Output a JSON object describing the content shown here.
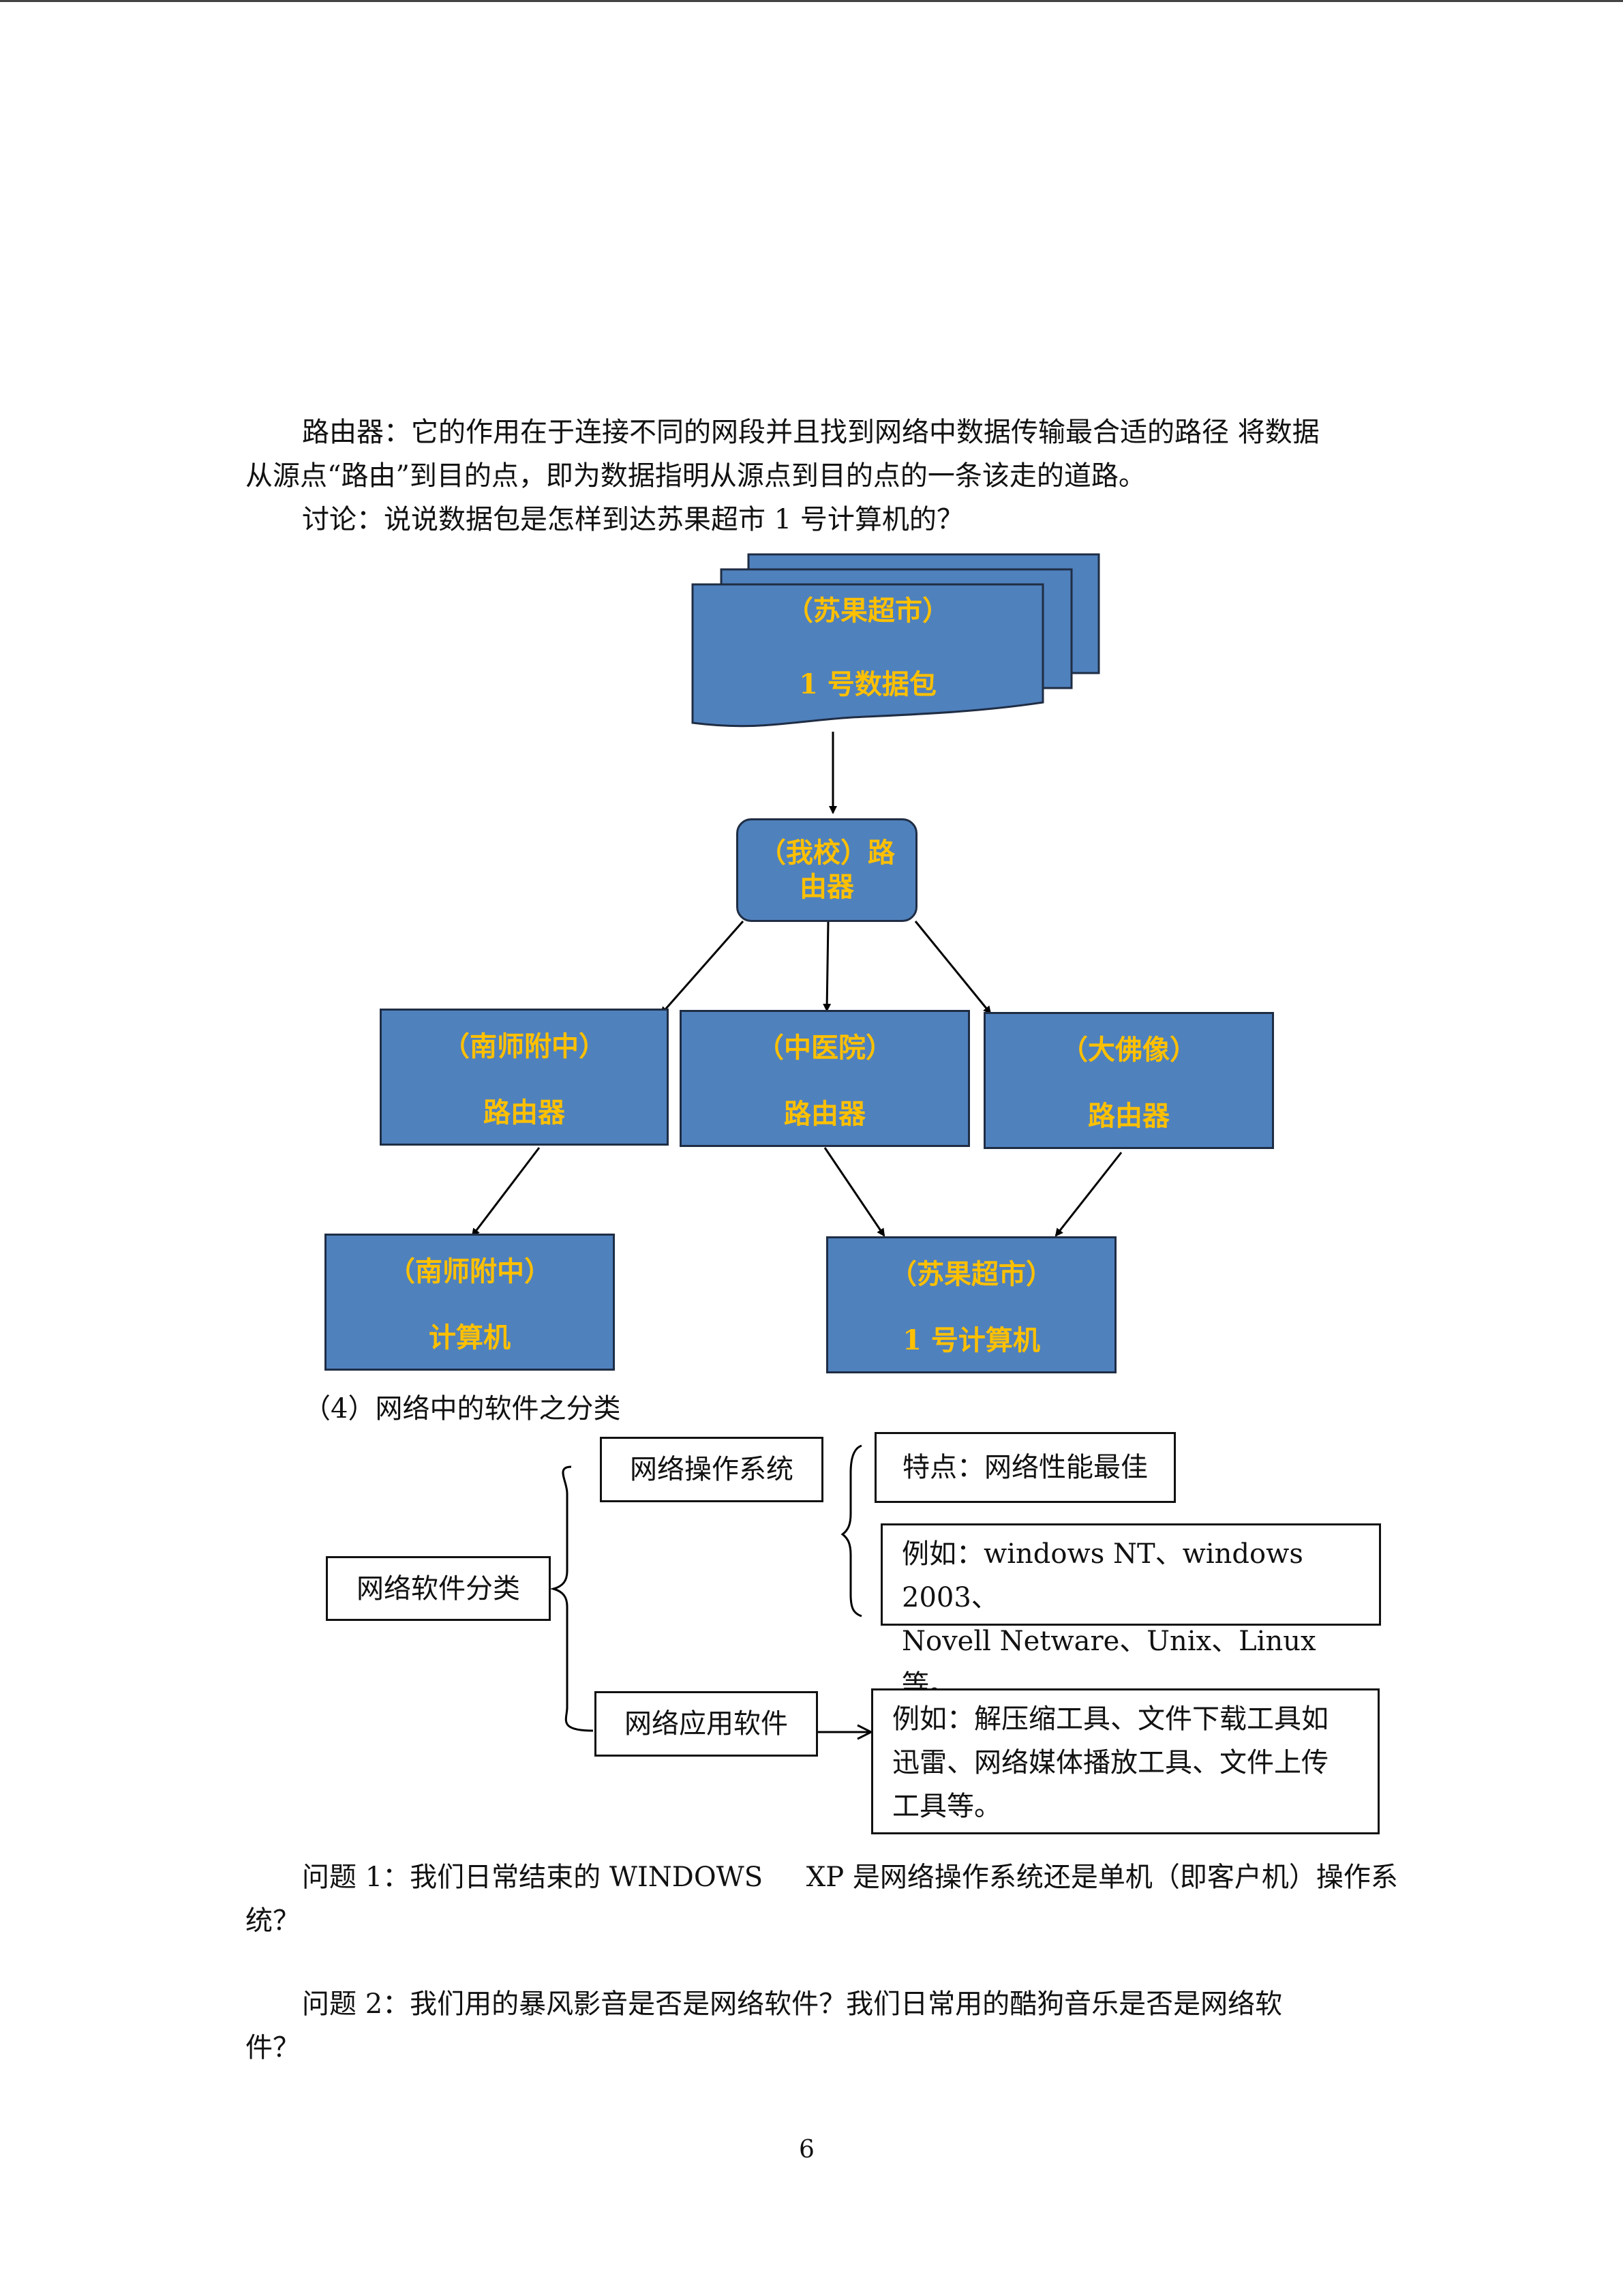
{
  "document": {
    "para1_line1": "路由器：它的作用在于连接不同的网段并且找到网络中数据传输最合适的路径 将数据",
    "para1_line2": "从源点“路由”到目的点，即为数据指明从源点到目的点的一条该走的道路。",
    "discussion": "讨论：说说数据包是怎样到达苏果超市 1 号计算机的？",
    "section_heading": "（4）网络中的软件之分类",
    "q1_line1": "问题 1：我们日常结束的 WINDOWS     XP 是网络操作系统还是单机（即客户机）操作系",
    "q1_line2": "统？",
    "q2_line1": "问题 2：我们用的暴风影音是否是网络软件？我们日常用的酷狗音乐是否是网络软",
    "q2_line2": "件？",
    "page_number": "6"
  },
  "flowchart": {
    "packet": {
      "line1": "（苏果超市）",
      "line2": "1 号数据包"
    },
    "school_router": {
      "line1": "（我校）路",
      "line2": "由器"
    },
    "router_nanshi": {
      "line1": "（南师附中）",
      "line2": "路由器"
    },
    "router_zhongyiyuan": {
      "line1": "（中医院）",
      "line2": "路由器"
    },
    "router_dafoxiang": {
      "line1": "（大佛像）",
      "line2": "路由器"
    },
    "computer_nanshi": {
      "line1": "（南师附中）",
      "line2": "计算机"
    },
    "computer_suguo": {
      "line1": "（苏果超市）",
      "line2": "1 号计算机"
    },
    "colors": {
      "fill": "#4F81BD",
      "text": "#FFC000",
      "border": "#1f2d44"
    }
  },
  "classification": {
    "root": "网络软件分类",
    "nos": "网络操作系统",
    "nos_feature": "特点：网络性能最佳",
    "nos_example_line1": "例如：windows NT、windows 2003、",
    "nos_example_line2": "Novell Netware、Unix、Linux 等。",
    "app": "网络应用软件",
    "app_example_line1": "例如：解压缩工具、文件下载工具如",
    "app_example_line2": "迅雷、网络媒体播放工具、文件上传",
    "app_example_line3": "工具等。"
  }
}
